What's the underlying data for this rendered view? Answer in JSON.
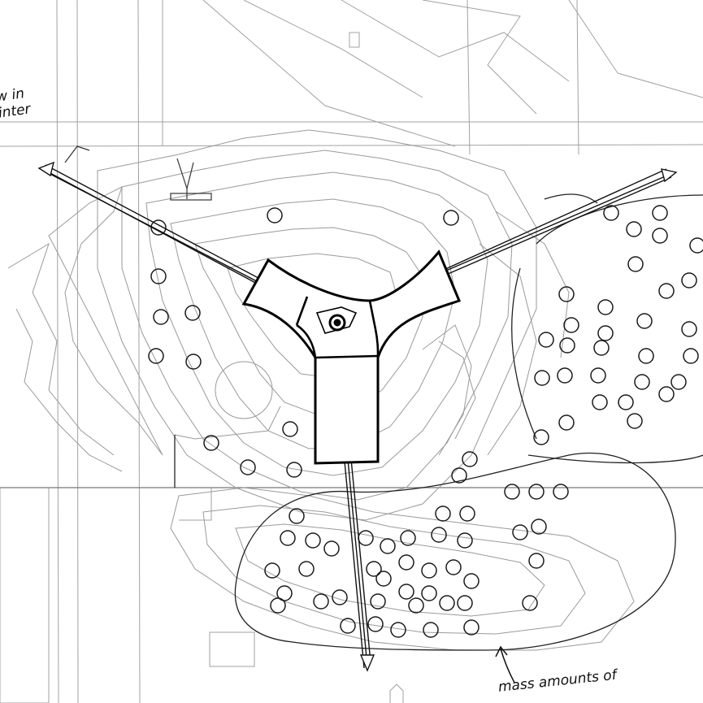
{
  "annotations": {
    "top_left_line1": "w in",
    "top_left_line2": "inter",
    "bottom": "mass amounts of"
  },
  "colors": {
    "ink": "#111111",
    "faint": "#777777",
    "paper": "#ffffff"
  },
  "elements": {
    "building": "trifold-building-icon",
    "arrows": "view-axis-arrow-icon",
    "trees": "tree-icon"
  }
}
